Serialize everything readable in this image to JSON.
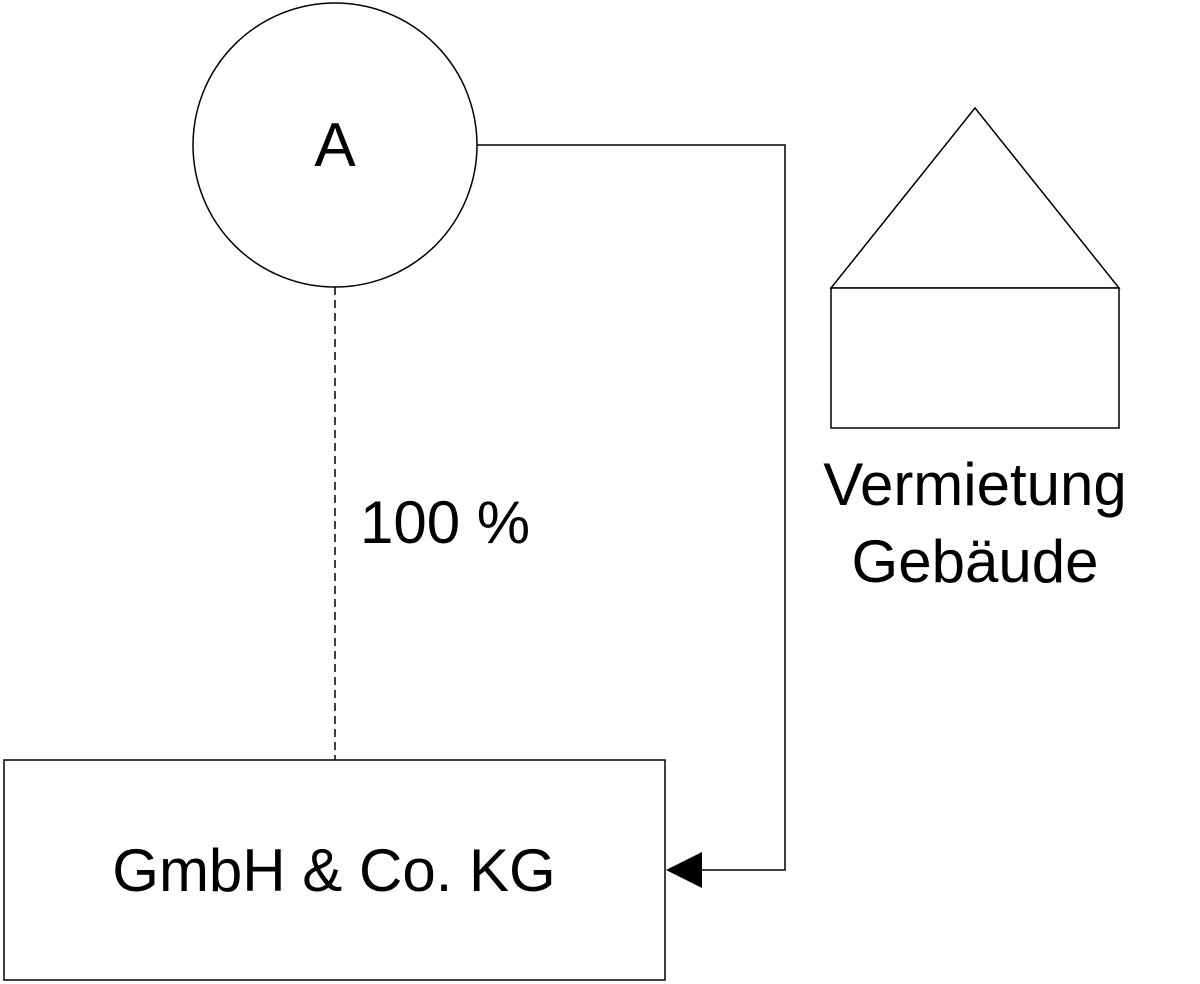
{
  "diagram": {
    "person": {
      "label": "A"
    },
    "ownership": {
      "label": "100 %"
    },
    "company": {
      "label": "GmbH & Co. KG"
    },
    "building": {
      "label_line1": "Vermietung",
      "label_line2": "Gebäude"
    },
    "colors": {
      "stroke": "#000000",
      "background": "#ffffff"
    }
  }
}
